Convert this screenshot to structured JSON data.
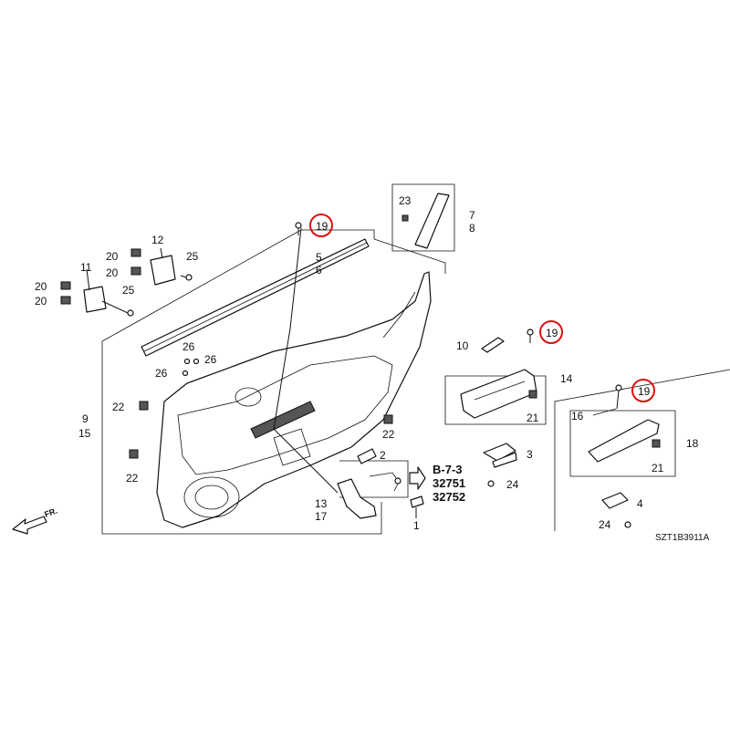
{
  "diagram_code": "SZT1B3911A",
  "direction_label": "FR.",
  "reference": {
    "line1": "B-7-3",
    "line2": "32751",
    "line3": "32752"
  },
  "colors": {
    "highlight": "#dd1111",
    "line": "#111111"
  },
  "callouts": {
    "c1": "1",
    "c2": "2",
    "c3": "3",
    "c4": "4",
    "c5": "5",
    "c6": "6",
    "c7": "7",
    "c8": "8",
    "c9": "9",
    "c10": "10",
    "c11": "11",
    "c12": "12",
    "c13": "13",
    "c14": "14",
    "c15": "15",
    "c16": "16",
    "c17": "17",
    "c18": "18",
    "c19": "19",
    "c20": "20",
    "c21": "21",
    "c22": "22",
    "c23": "23",
    "c24": "24",
    "c25": "25",
    "c26": "26"
  }
}
